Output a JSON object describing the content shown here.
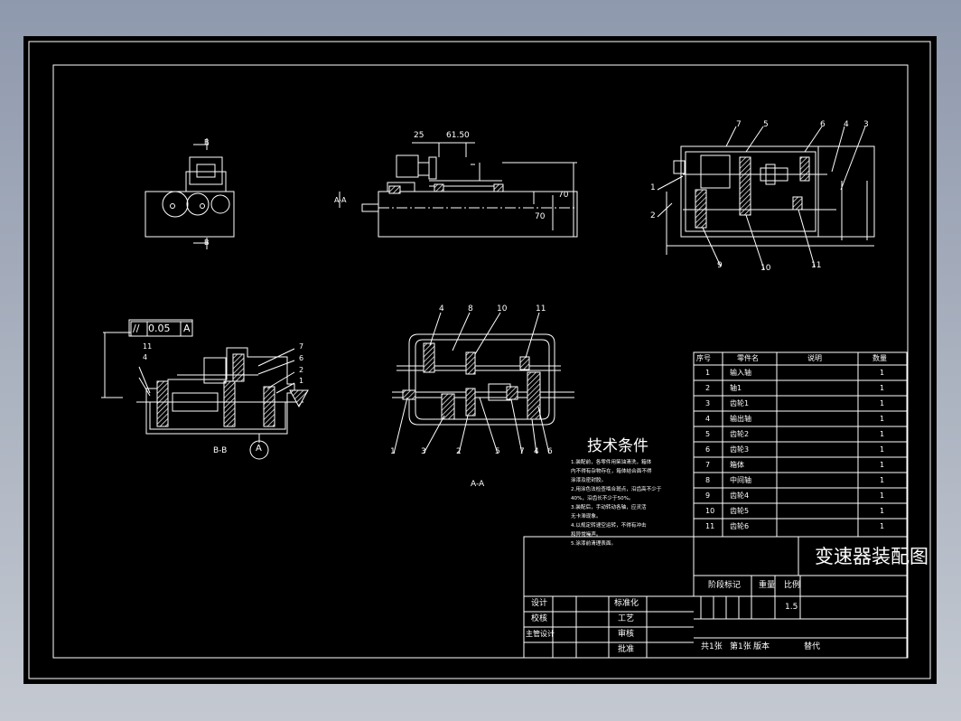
{
  "drawing": {
    "title": "变速器装配图",
    "tech_title": "技术条件",
    "tech_notes": [
      "1.装配前，各零件用柴油清洗，箱体",
      "内不得有杂物存在，箱体结合面不得",
      "涂漆及密封胶。",
      "2.用涂色法检查啮合斑点，沿齿高不少于",
      "40%，沿齿长不少于50%。",
      "3.装配后，手动转动各轴，应灵活",
      "无卡滞现象。",
      "4.以规定转速空运转，不得有冲击",
      "和异常噪声。",
      "5.涂漆前清理表面。"
    ],
    "dims": {
      "d1": "25",
      "d2": "61.50",
      "d3": "70",
      "d4": "70",
      "tol_symbol": "//",
      "tol_value": "0.05",
      "tol_datum": "A",
      "datum": "A"
    },
    "view_labels": {
      "aa": "A-A",
      "bb": "B-B",
      "arrow_a": "A",
      "arrow_b1": "B",
      "arrow_b2": "B"
    },
    "callouts_top": [
      "7",
      "5",
      "6",
      "4",
      "3",
      "1",
      "2",
      "9",
      "10",
      "11"
    ],
    "callouts_left": [
      "7",
      "6",
      "2",
      "1",
      "11",
      "4"
    ],
    "callouts_mid_top": [
      "4",
      "8",
      "10",
      "11"
    ],
    "callouts_mid_bottom": [
      "1",
      "3",
      "2",
      "5",
      "7",
      "4",
      "6"
    ]
  },
  "parts_table": {
    "headers": [
      "序号",
      "零件名",
      "说明",
      "数量"
    ],
    "rows": [
      [
        "1",
        "输入轴",
        "",
        "1"
      ],
      [
        "2",
        "轴1",
        "",
        "1"
      ],
      [
        "3",
        "齿轮1",
        "",
        "1"
      ],
      [
        "4",
        "输出轴",
        "",
        "1"
      ],
      [
        "5",
        "齿轮2",
        "",
        "1"
      ],
      [
        "6",
        "齿轮3",
        "",
        "1"
      ],
      [
        "7",
        "箱体",
        "",
        "1"
      ],
      [
        "8",
        "中间轴",
        "",
        "1"
      ],
      [
        "9",
        "齿轮4",
        "",
        "1"
      ],
      [
        "10",
        "齿轮5",
        "",
        "1"
      ],
      [
        "11",
        "齿轮6",
        "",
        "1"
      ]
    ]
  },
  "title_block": {
    "left_labels": [
      "设计",
      "校核",
      "主管设计"
    ],
    "mid_labels": [
      "标准化",
      "工艺",
      "审核",
      "批准"
    ],
    "headers": [
      "阶段标记",
      "重量",
      "比例"
    ],
    "scale": "1.5",
    "footer": [
      "共1张",
      "第1张",
      "版本",
      "替代"
    ]
  }
}
